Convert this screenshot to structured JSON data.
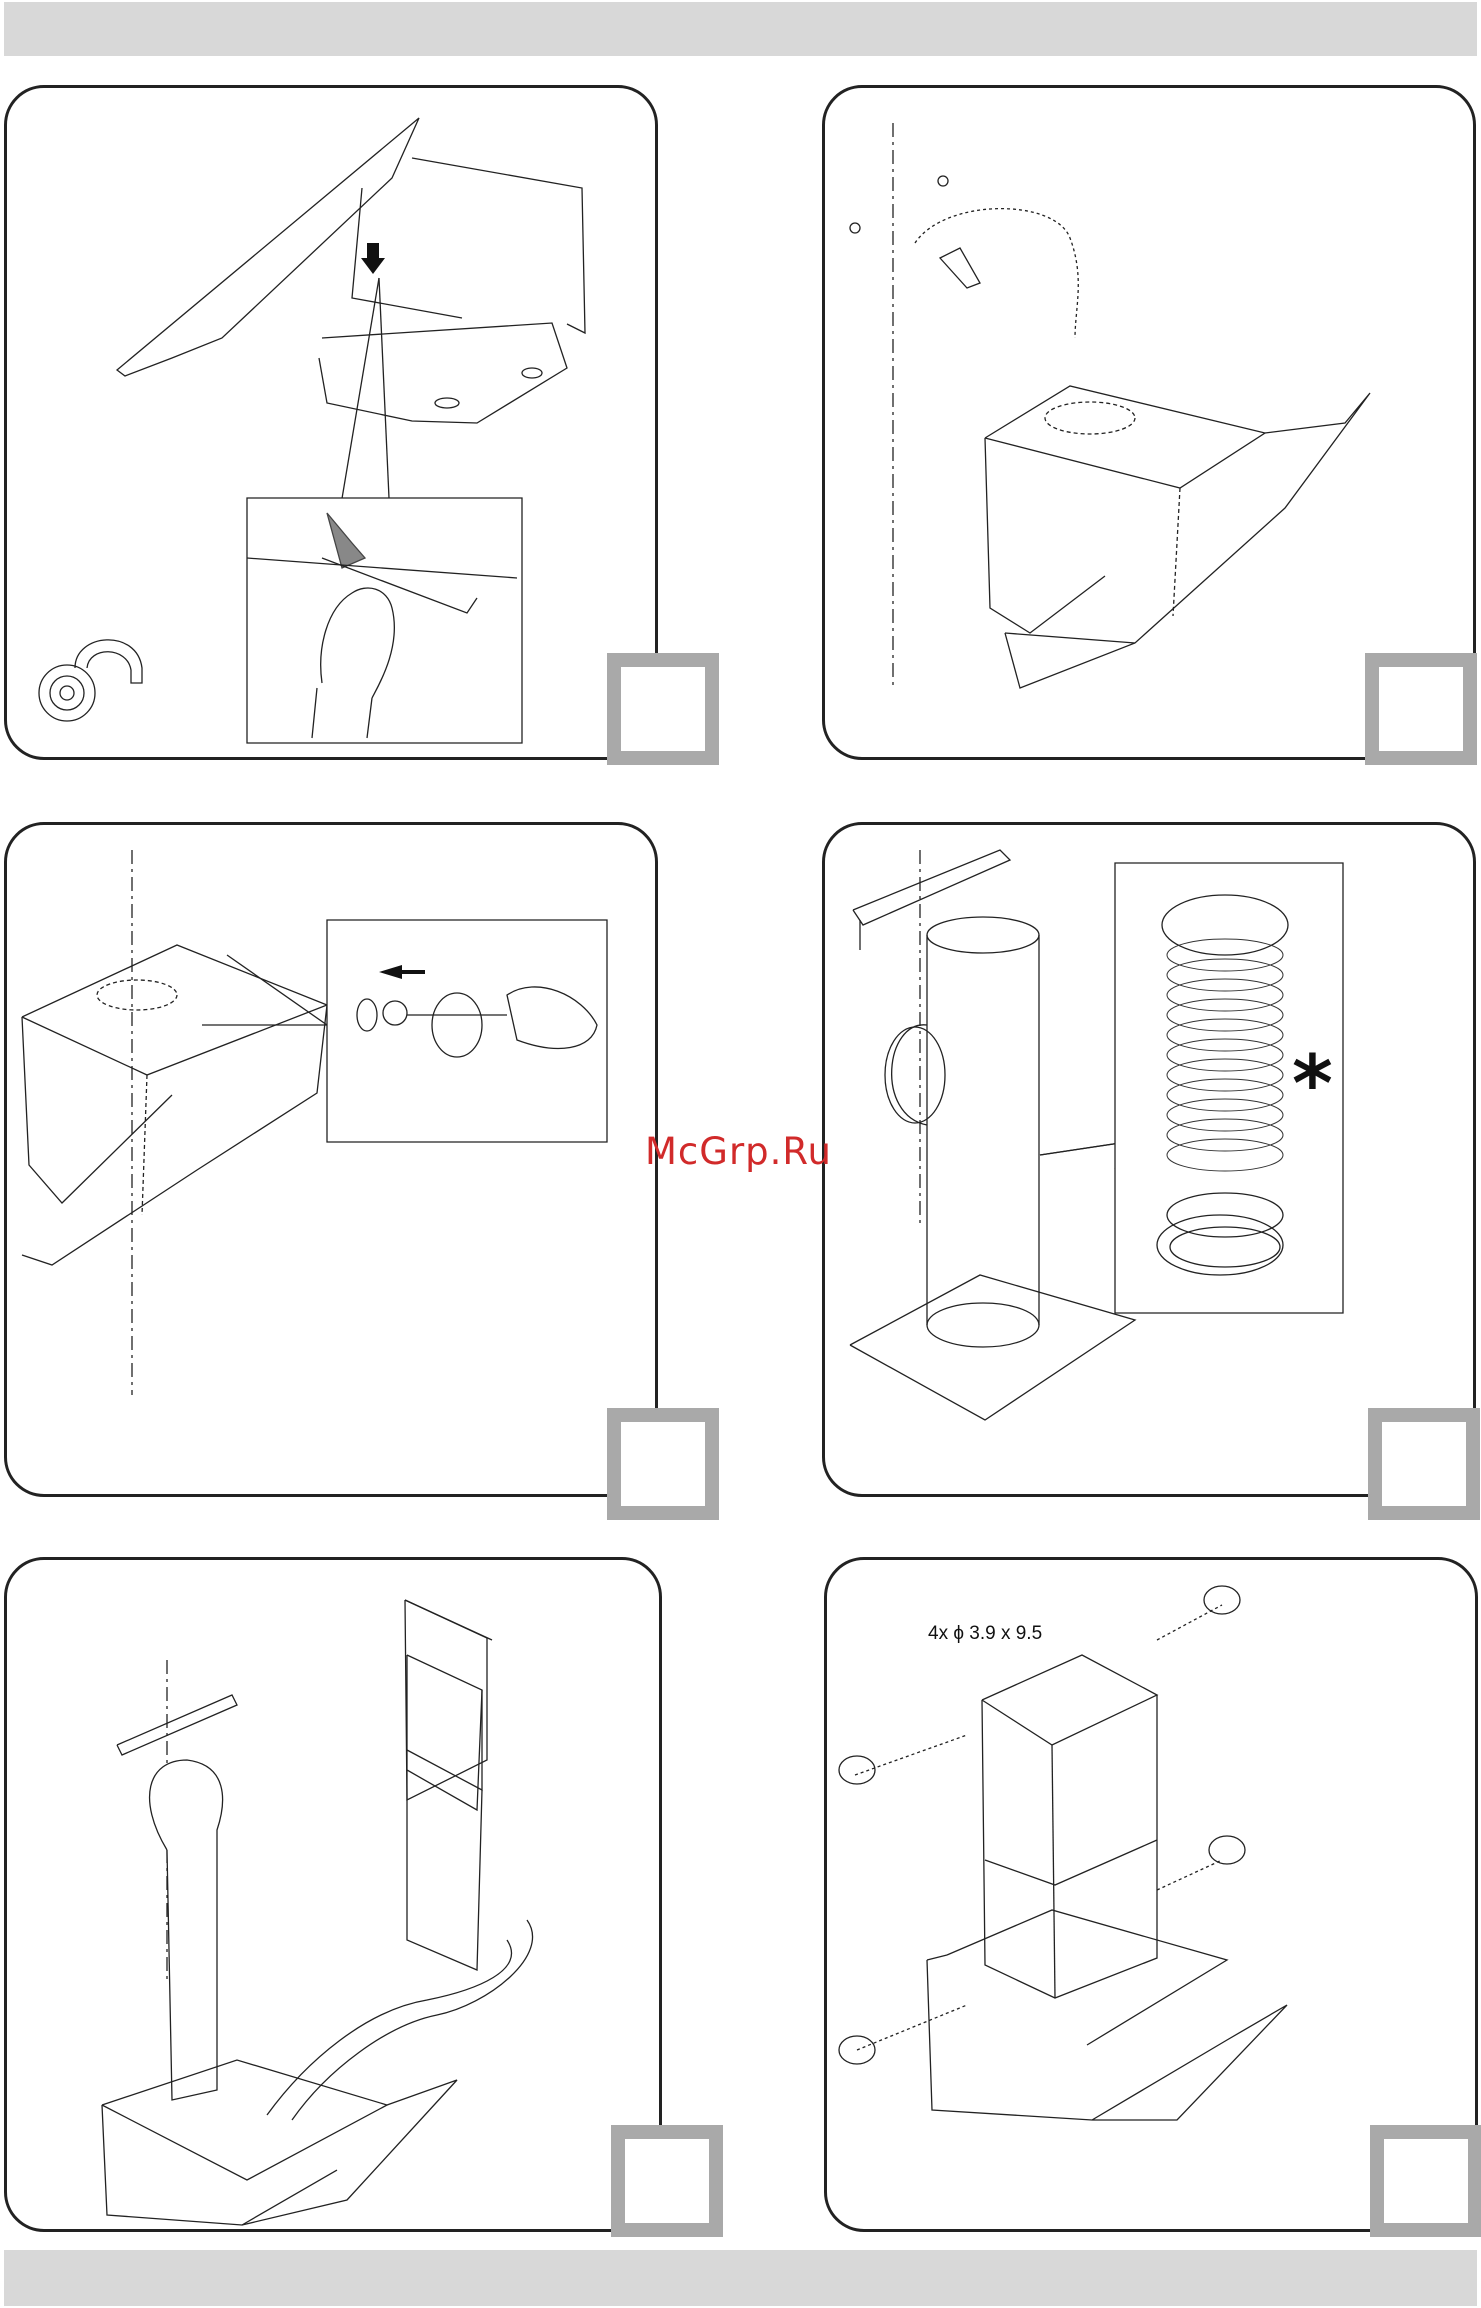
{
  "watermark": "McGrp.Ru",
  "spec_label": "4x ϕ 3.9 x 9.5",
  "asterisk": "*",
  "panels": [
    {
      "name": "panel-1"
    },
    {
      "name": "panel-2"
    },
    {
      "name": "panel-3"
    },
    {
      "name": "panel-4"
    },
    {
      "name": "panel-5"
    },
    {
      "name": "panel-6"
    }
  ]
}
